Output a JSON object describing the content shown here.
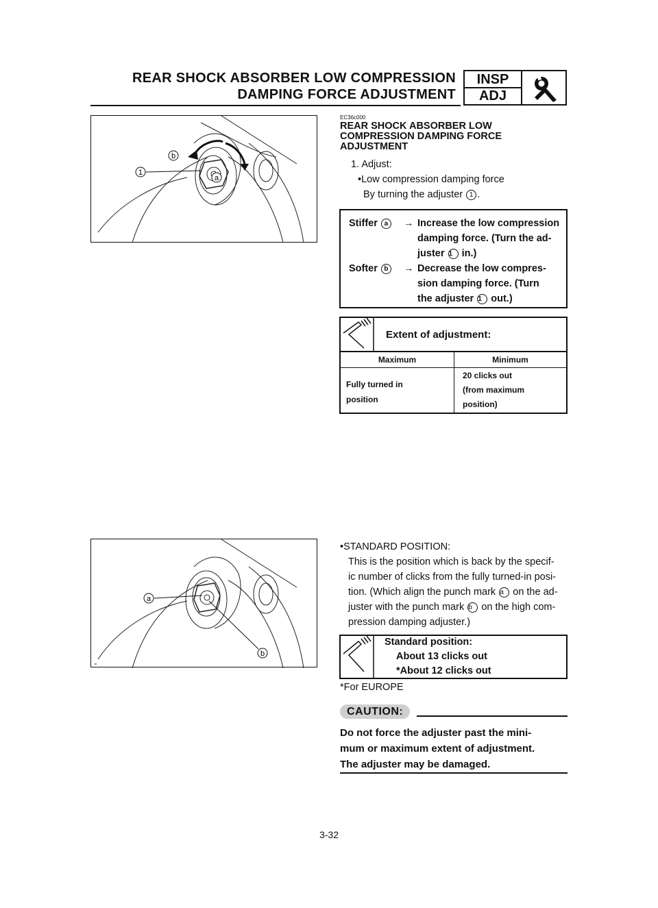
{
  "header": {
    "title_line1": "REAR SHOCK ABSORBER LOW COMPRESSION",
    "title_line2": "DAMPING FORCE ADJUSTMENT",
    "badge_top": "INSP",
    "badge_bottom": "ADJ",
    "badge_icon": "wrench-icon"
  },
  "section": {
    "code": "EC36c000",
    "title_lines": [
      "REAR SHOCK ABSORBER LOW",
      "COMPRESSION DAMPING FORCE",
      "ADJUSTMENT"
    ],
    "step": "1. Adjust:",
    "bullet": "•Low compression damping force",
    "bullet_sub": "By turning the adjuster",
    "bullet_sub_ref": "1",
    "bullet_sub_end": "."
  },
  "figure1": {
    "labels": {
      "one": "1",
      "a": "a",
      "b": "b"
    }
  },
  "figure2": {
    "labels": {
      "a": "a",
      "b": "b"
    }
  },
  "direction_box": {
    "stiffer_label": "Stiffer",
    "stiffer_mark": "a",
    "arrow": "→",
    "stiffer_text_l1": "Increase the low compression",
    "stiffer_text_l2": "damping force. (Turn the ad-",
    "stiffer_text_l3a": "juster",
    "stiffer_text_l3ref": "1",
    "stiffer_text_l3b": "in.)",
    "softer_label": "Softer",
    "softer_mark": "b",
    "softer_text_l1": "Decrease the low compres-",
    "softer_text_l2": "sion damping force. (Turn",
    "softer_text_l3a": "the adjuster",
    "softer_text_l3ref": "1",
    "softer_text_l3b": "out.)"
  },
  "extent_box": {
    "title": "Extent of adjustment:",
    "col_max": "Maximum",
    "col_min": "Minimum",
    "max_l1": "Fully turned in",
    "max_l2": "position",
    "min_l1": "20 clicks out",
    "min_l2": "(from maximum",
    "min_l3": "position)"
  },
  "standard": {
    "bullet": "•STANDARD POSITION:",
    "l1": "This is the position which is back by the specif-",
    "l2": "ic number of clicks from the fully turned-in posi-",
    "l3a": "tion. (Which align the punch mark",
    "l3ref": "a",
    "l3b": "on the ad-",
    "l4a": "juster with the punch mark",
    "l4ref": "b",
    "l4b": "on the high com-",
    "l5": "pression damping adjuster.)"
  },
  "std_box": {
    "title": "Standard position:",
    "v1": "About 13 clicks out",
    "v2": "*About 12 clicks out"
  },
  "europe_note": "*For EUROPE",
  "caution": {
    "label": "CAUTION:",
    "l1": "Do not force the adjuster past the mini-",
    "l2": "mum or maximum extent of adjustment.",
    "l3": "The adjuster may be damaged."
  },
  "page_number": "3-32"
}
